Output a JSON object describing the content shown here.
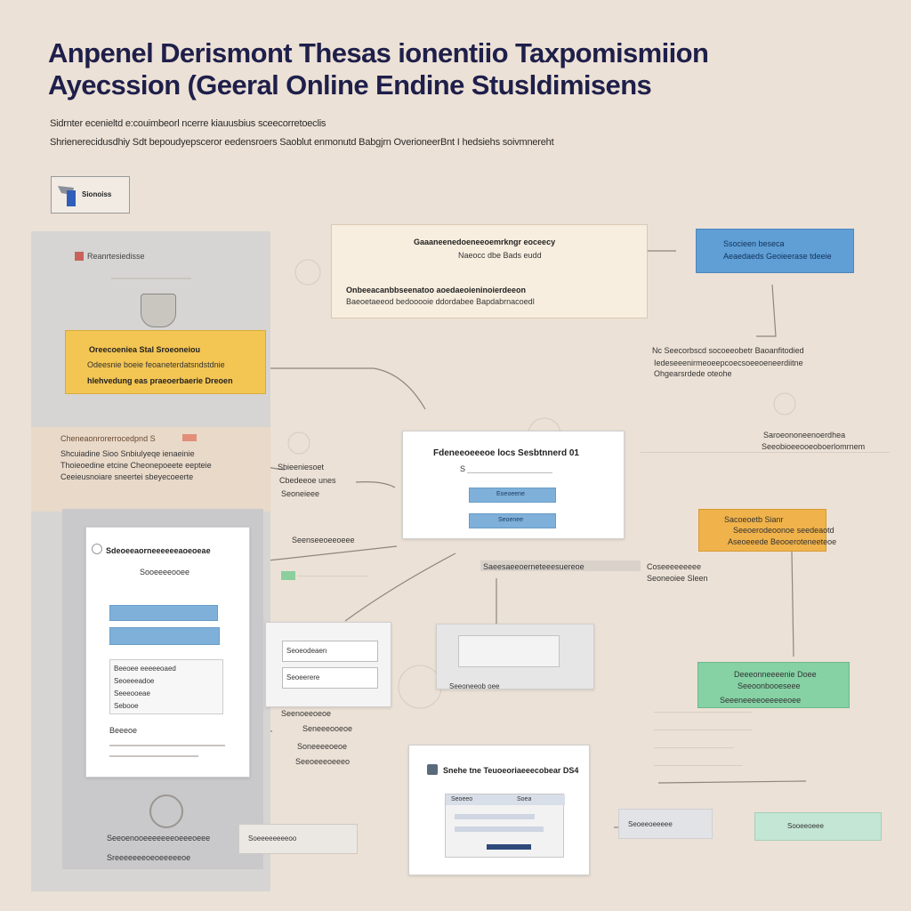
{
  "title": {
    "line1": "Anpenel Derismont Thesas ionentiio Taxpomismiion",
    "line2": "Ayecssion (Geeral Online Endine Stusldimisens"
  },
  "subtitle": {
    "line1": "Sidrnter ecenieltd e:couimbeorl ncerre kiauusbius sceecorretoeclis",
    "line2": "Shrienerecidusdhiy Sdt bepoudyepsceror eedensroers Saoblut enmonutd Babgjrn OverioneerBnt I hedsiehs soivmnereht"
  },
  "logo_box": {
    "label": "Sionoiss"
  },
  "left_panel": {
    "header_text": "Reanrtesiedisse",
    "yellow_box": {
      "line1": "Oreecoeniea Stal Sroeoneiou",
      "line2": "Odeesnie boeie feoaneterdatsndstdnie",
      "line3": "hlehvedung eas praeoerbaerie Dreoen"
    },
    "orange_label": "Cheneaonrorerrocedpnd S",
    "desc": {
      "line1": "Shcuiadine Sioo Snbiulyeqe ienaeinie",
      "line2": "Thoieoedine etcine Cheonepoeete eepteie",
      "line3": "Ceeieusnoiare sneertei sbeyecoeerte"
    }
  },
  "top_center_box": {
    "line1": "Gaaaneenedoeneeoemrkngr eoceecy",
    "line2": "Naeocc dbe Bads eudd",
    "line3": "Onbeeacanbbseenatoo aoedaeoieninoierdeeon",
    "line4": "Baeoetaeeod bedooooie ddordabee Bapdabrnacoedl"
  },
  "top_right_blue": {
    "line1": "Ssocieen beseca",
    "line2": "Aeaedaeds Geoieerase tdeeie"
  },
  "right_notes": {
    "line1": "Nc Seecorbscd socoeeobetr Baoanfitodied",
    "line2": "Iedeseeenirmeoeepcoecsoeeoeneerdiitne",
    "line3": "Ohgearsrdede oteohe"
  },
  "center_dialog": {
    "title": "Fdeneeoeeeoe locs Sesbtnnerd 01",
    "field_label": "S",
    "button1": "Eoeoeene",
    "button2": "Seoenee"
  },
  "center_left_notes": {
    "line1": "Sbieeniesoet",
    "line2": "Cbedeeoe unes",
    "line3": "Seoneieee"
  },
  "right_mid_notes": {
    "line1": "Saroeononeenoerdhea",
    "line2": "Seeobioeeooeoboerlomrnem"
  },
  "orange_box_right": {
    "line1": "Sacoeoetb Sianr",
    "line2": "Seeoerodeoonoe seedeaotd",
    "line3": "Aseoeeede Beooeroteneeteoe"
  },
  "mid_labels": {
    "a": "Seenseeoeeoeee",
    "b": "Saeesaeeoerneteeesuereoe",
    "c": "Coseeeeeeeee",
    "d": "Seoneoiee Sleen"
  },
  "document_panel": {
    "header": "Sdeoeeaorneeeeeeaoeoeae",
    "subheader": "Sooeeeeooee",
    "rows": [
      "Beeoee eeeeeoaed",
      "Seoeeeadoe",
      "Seeeooeae",
      "Sebooe"
    ],
    "footer": "Beeeoe"
  },
  "small_form": {
    "line1": "Seoeodeaen",
    "line2": "Seoeerere"
  },
  "under_form_notes": {
    "line1": "Seenoeeoeoe",
    "line2": "Seneeeooeoe",
    "line3": "Soneeeeoeoe",
    "line4": "Seeoeeeoeeeo"
  },
  "mid_gray_box": {
    "label": "Seeoneeob oee"
  },
  "green_box": {
    "line1": "Deeeonneeeenie Doee",
    "line2": "Seeoonbooeseee",
    "line3": "Seeeneeeeoeeeeeoee"
  },
  "bottom_dialog": {
    "title": "Snehe tne Teuoeoriaeeecobear DS4",
    "tabs": [
      "Seoeeo",
      "Soea"
    ]
  },
  "bottom_right_labels": {
    "gray": "Seoeeoeeeee",
    "green": "Sooeeoeee"
  },
  "bottom_left_label": "Soeeeeeeeeoo",
  "bottom_left_notes": {
    "line1": "Seeoenooeeeeeeeoeeeoeee",
    "line2": "Sreeeeeeeoeoeeeeeoe"
  },
  "colors": {
    "background": "#ece1d6",
    "yellow": "#f3c553",
    "blue": "#5f9fd6",
    "orange": "#f0b24a",
    "green": "#86d2a5",
    "title": "#1e1f4a"
  }
}
